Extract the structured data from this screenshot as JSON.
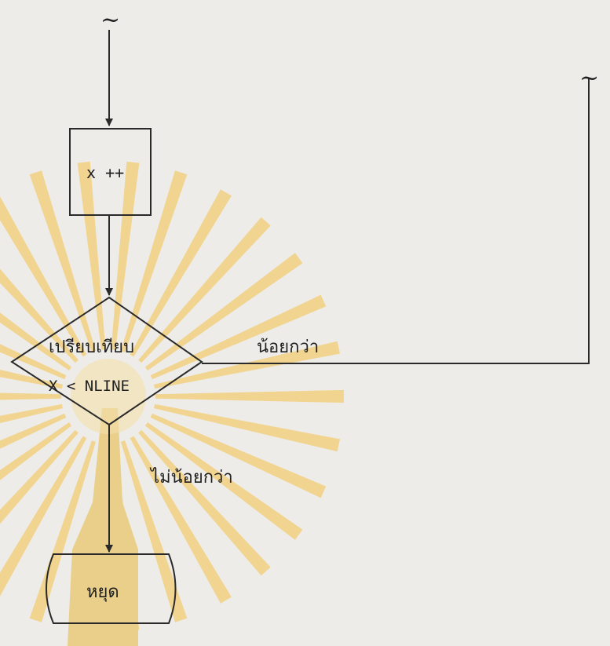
{
  "diagram": {
    "process_box": {
      "text": "x ++"
    },
    "decision": {
      "line1": "เปรียบเทียบ",
      "line2": "X < NLINE"
    },
    "branch_yes_label": "น้อยกว่า",
    "branch_no_label": "ไม่น้อยกว่า",
    "terminal": {
      "text": "หยุด"
    },
    "connector_symbol": "~"
  },
  "watermark": {
    "kind": "university seal",
    "colors": {
      "rays": "#f3c24a",
      "emblem": "#e8b840"
    }
  },
  "colors": {
    "ink": "#2a2a2a",
    "background": "#eeece8"
  }
}
